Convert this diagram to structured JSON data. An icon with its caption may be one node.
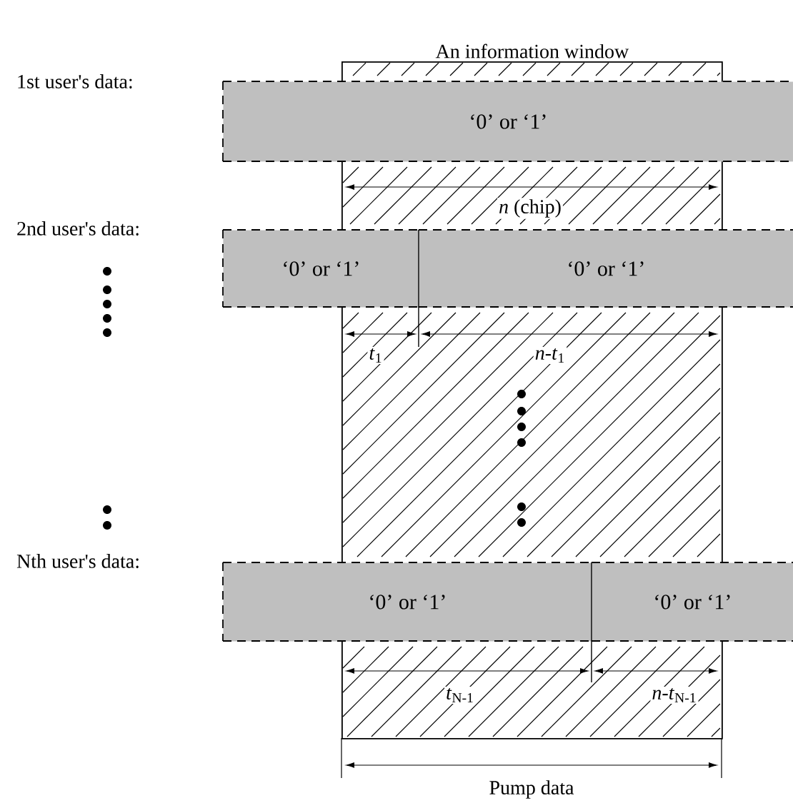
{
  "diagram": {
    "nodes": [
      {
        "text": [
          "An information window"
        ]
      },
      {
        "text": [
          "‘0’ or ‘1’"
        ]
      },
      {
        "text": [
          "‘0’ or ‘1’"
        ]
      },
      {
        "text": [
          "‘0’ or ‘1’"
        ]
      },
      {
        "text": [
          "‘0’ or ‘1’"
        ]
      },
      {
        "text": [
          "‘0’ or ‘1’"
        ]
      }
    ],
    "labels": [
      "1st user's data:",
      "*n* (chip)",
      "2nd user's data:",
      "*t*$_{1}$",
      "*n*-*t*$_{1}$",
      "Nth user's data:",
      "*t*$_{N-1}$",
      "*n*-*t*$_{N-1}$",
      "Pump data"
    ]
  }
}
